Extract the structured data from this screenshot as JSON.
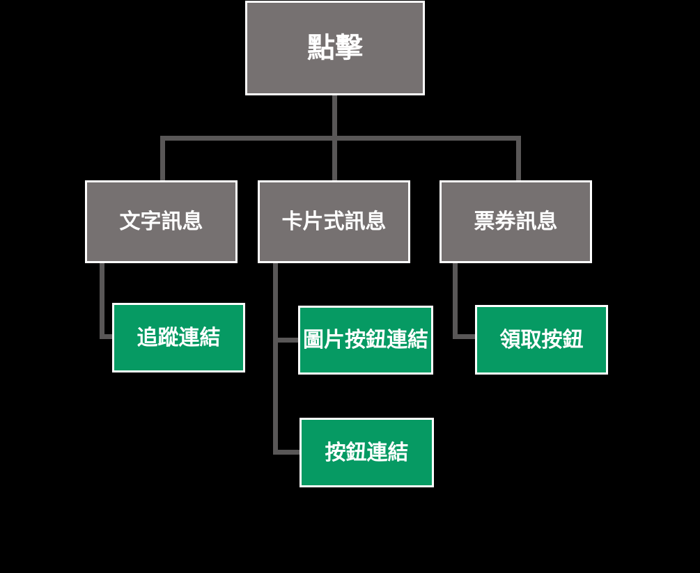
{
  "diagram": {
    "type": "hierarchy-flowchart",
    "root": {
      "label": "點擊"
    },
    "branches": [
      {
        "label": "文字訊息",
        "children": [
          "追蹤連結"
        ]
      },
      {
        "label": "卡片式訊息",
        "children": [
          "圖片按鈕連結",
          "按鈕連結"
        ]
      },
      {
        "label": "票券訊息",
        "children": [
          "領取按鈕"
        ]
      }
    ],
    "colors": {
      "background": "#000000",
      "branch_fill": "#767171",
      "leaf_fill": "#069a63",
      "connector": "#595757",
      "border": "#ffffff",
      "text": "#ffffff"
    }
  }
}
